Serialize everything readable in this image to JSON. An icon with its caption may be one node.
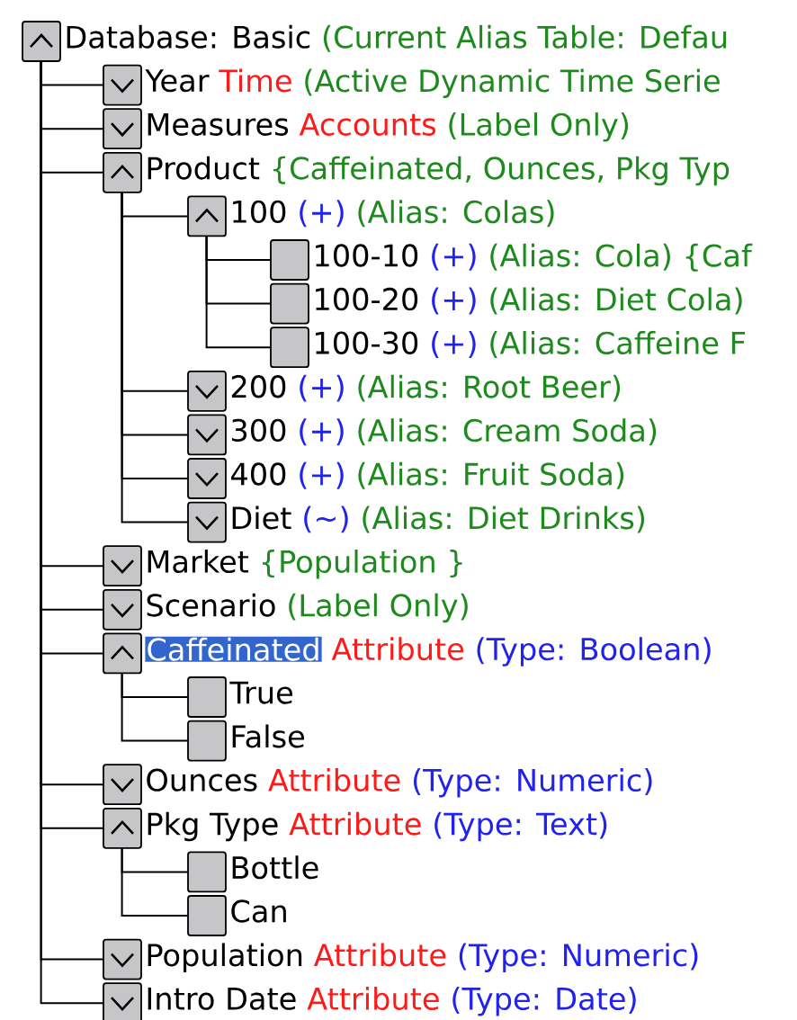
{
  "diagram": {
    "nodes": [
      {
        "text": [
          "Database: Basic"
        ]
      },
      {
        "text": [
          "Year"
        ],
        "beside": [
          "Time",
          "(Active Dynamic Time Serie"
        ]
      },
      {
        "text": [
          "Measures"
        ],
        "beside": [
          "Accounts",
          "(Label Only)"
        ]
      },
      {
        "text": [
          "Product"
        ]
      },
      {
        "text": [
          "100"
        ],
        "beside": [
          "(+)",
          "(Alias: Colas)"
        ]
      },
      {
        "text": [
          "100-10"
        ],
        "beside": [
          "(+)",
          "(Alias: Cola) {Caf"
        ]
      },
      {
        "text": [
          "100-20"
        ],
        "beside": [
          "(+)",
          "(Alias: Diet Cola)"
        ]
      },
      {
        "text": [
          "100-30"
        ],
        "beside": [
          "(+)",
          "(Alias: Caffeine F"
        ]
      },
      {
        "text": [
          "200"
        ],
        "beside": [
          "(+)",
          "(Alias: Root Beer)"
        ]
      },
      {
        "text": [
          "300"
        ],
        "beside": [
          "(+)",
          "(Alias: Cream Soda)"
        ]
      },
      {
        "text": [
          "400"
        ],
        "beside": [
          "(+)",
          "(Alias: Fruit Soda)"
        ]
      },
      {
        "text": [
          "Diet"
        ],
        "beside": [
          "(~)",
          "(Alias: Diet Drinks)"
        ]
      },
      {
        "text": [
          "Market"
        ]
      },
      {
        "text": [
          "Scenario"
        ]
      },
      {
        "text": [
          "Caffeinated"
        ],
        "beside": [
          "Attribute",
          "(Type: Boolean)"
        ]
      },
      {
        "text": [
          "True"
        ]
      },
      {
        "text": [
          "False"
        ]
      },
      {
        "text": [
          "Ounces"
        ],
        "beside": [
          "Attribute",
          "(Type: Numeric)"
        ]
      },
      {
        "text": [
          "Pkg Type"
        ],
        "beside": [
          "Attribute",
          "(Type: Text)"
        ]
      },
      {
        "text": [
          "Bottle"
        ]
      },
      {
        "text": [
          "Can"
        ]
      },
      {
        "text": [
          "Population"
        ],
        "beside": [
          "Attribute",
          "(Type: Numeric)"
        ]
      },
      {
        "text": [
          "Intro Date"
        ],
        "beside": [
          "Attribute",
          "(Type: Date)"
        ]
      }
    ],
    "edges": [
      {
        "from": 0,
        "to": 1,
        "arrow": "none"
      },
      {
        "from": 0,
        "to": 2,
        "arrow": "none"
      },
      {
        "from": 0,
        "to": 3,
        "arrow": "none"
      },
      {
        "from": 3,
        "to": 4,
        "arrow": "none"
      },
      {
        "from": 4,
        "to": 5,
        "arrow": "none"
      },
      {
        "from": 4,
        "to": 6,
        "arrow": "none"
      },
      {
        "from": 4,
        "to": 7,
        "arrow": "none"
      },
      {
        "from": 3,
        "to": 8,
        "arrow": "none"
      },
      {
        "from": 3,
        "to": 9,
        "arrow": "none"
      },
      {
        "from": 3,
        "to": 10,
        "arrow": "none"
      },
      {
        "from": 3,
        "to": 11,
        "arrow": "none"
      },
      {
        "from": 0,
        "to": 12,
        "arrow": "none"
      },
      {
        "from": 0,
        "to": 13,
        "arrow": "none"
      },
      {
        "from": 0,
        "to": 14,
        "arrow": "none"
      },
      {
        "from": 14,
        "to": 15,
        "arrow": "none"
      },
      {
        "from": 14,
        "to": 16,
        "arrow": "none"
      },
      {
        "from": 0,
        "to": 17,
        "arrow": "none"
      },
      {
        "from": 0,
        "to": 18,
        "arrow": "none"
      },
      {
        "from": 18,
        "to": 19,
        "arrow": "none"
      },
      {
        "from": 18,
        "to": 20,
        "arrow": "none"
      },
      {
        "from": 0,
        "to": 21,
        "arrow": "none"
      },
      {
        "from": 0,
        "to": 22,
        "arrow": "none"
      }
    ],
    "labels": [
      "(Current Alias Table: Defau",
      "{Caffeinated, Ounces, Pkg Typ",
      "{Population }",
      "(Label Only)"
    ]
  }
}
